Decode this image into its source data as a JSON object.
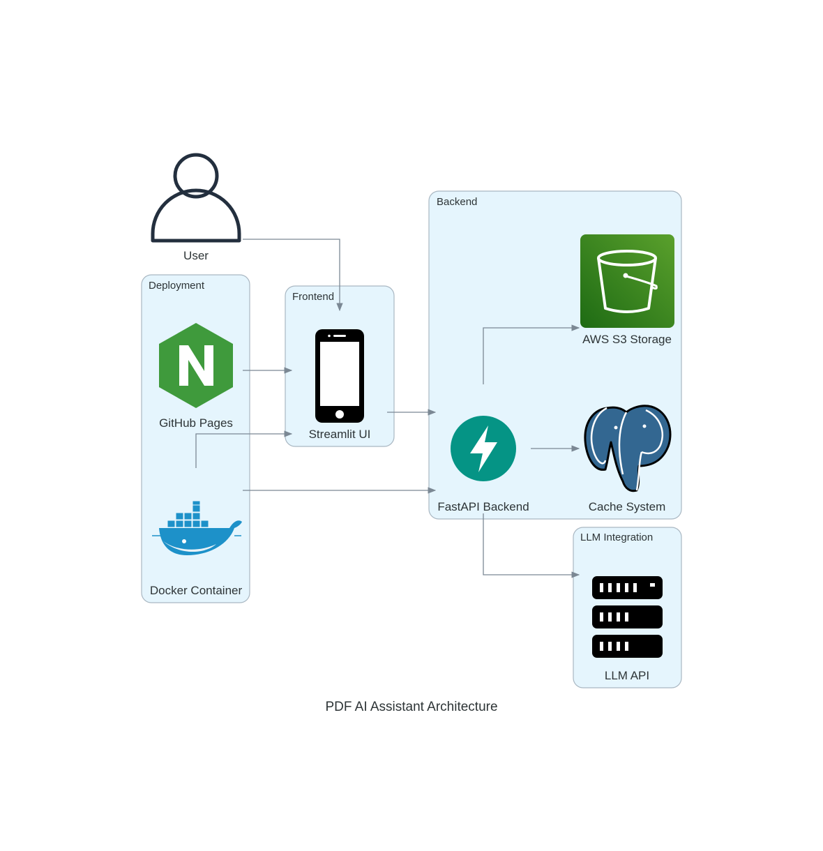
{
  "title": "PDF AI Assistant Architecture",
  "clusters": {
    "deployment": "Deployment",
    "frontend": "Frontend",
    "backend": "Backend",
    "llm": "LLM Integration"
  },
  "nodes": {
    "user": "User",
    "github_pages": "GitHub Pages",
    "docker": "Docker Container",
    "streamlit": "Streamlit UI",
    "fastapi": "FastAPI Backend",
    "s3": "AWS S3 Storage",
    "cache": "Cache System",
    "llm_api": "LLM API"
  },
  "icons": {
    "user": "user-icon",
    "github_pages": "nginx-icon",
    "docker": "docker-icon",
    "streamlit": "mobile-phone-icon",
    "fastapi": "fastapi-icon",
    "s3": "aws-s3-bucket-icon",
    "cache": "postgresql-elephant-icon",
    "llm_api": "server-rack-icon"
  },
  "edges": [
    {
      "from": "User",
      "to": "Streamlit UI"
    },
    {
      "from": "GitHub Pages",
      "to": "Streamlit UI"
    },
    {
      "from": "Docker Container",
      "to": "Streamlit UI"
    },
    {
      "from": "Docker Container",
      "to": "FastAPI Backend"
    },
    {
      "from": "Streamlit UI",
      "to": "FastAPI Backend"
    },
    {
      "from": "FastAPI Backend",
      "to": "AWS S3 Storage"
    },
    {
      "from": "FastAPI Backend",
      "to": "Cache System"
    },
    {
      "from": "FastAPI Backend",
      "to": "LLM API"
    }
  ],
  "colors": {
    "cluster_fill": "#e5f5fd",
    "cluster_stroke": "#a9b7c2",
    "edge": "#7b8894",
    "nginx": "#3f9a3c",
    "fastapi": "#059485",
    "s3_top": "#5aa02c",
    "s3_bottom": "#1e6b14",
    "postgres": "#336791",
    "docker": "#1d91c9"
  }
}
